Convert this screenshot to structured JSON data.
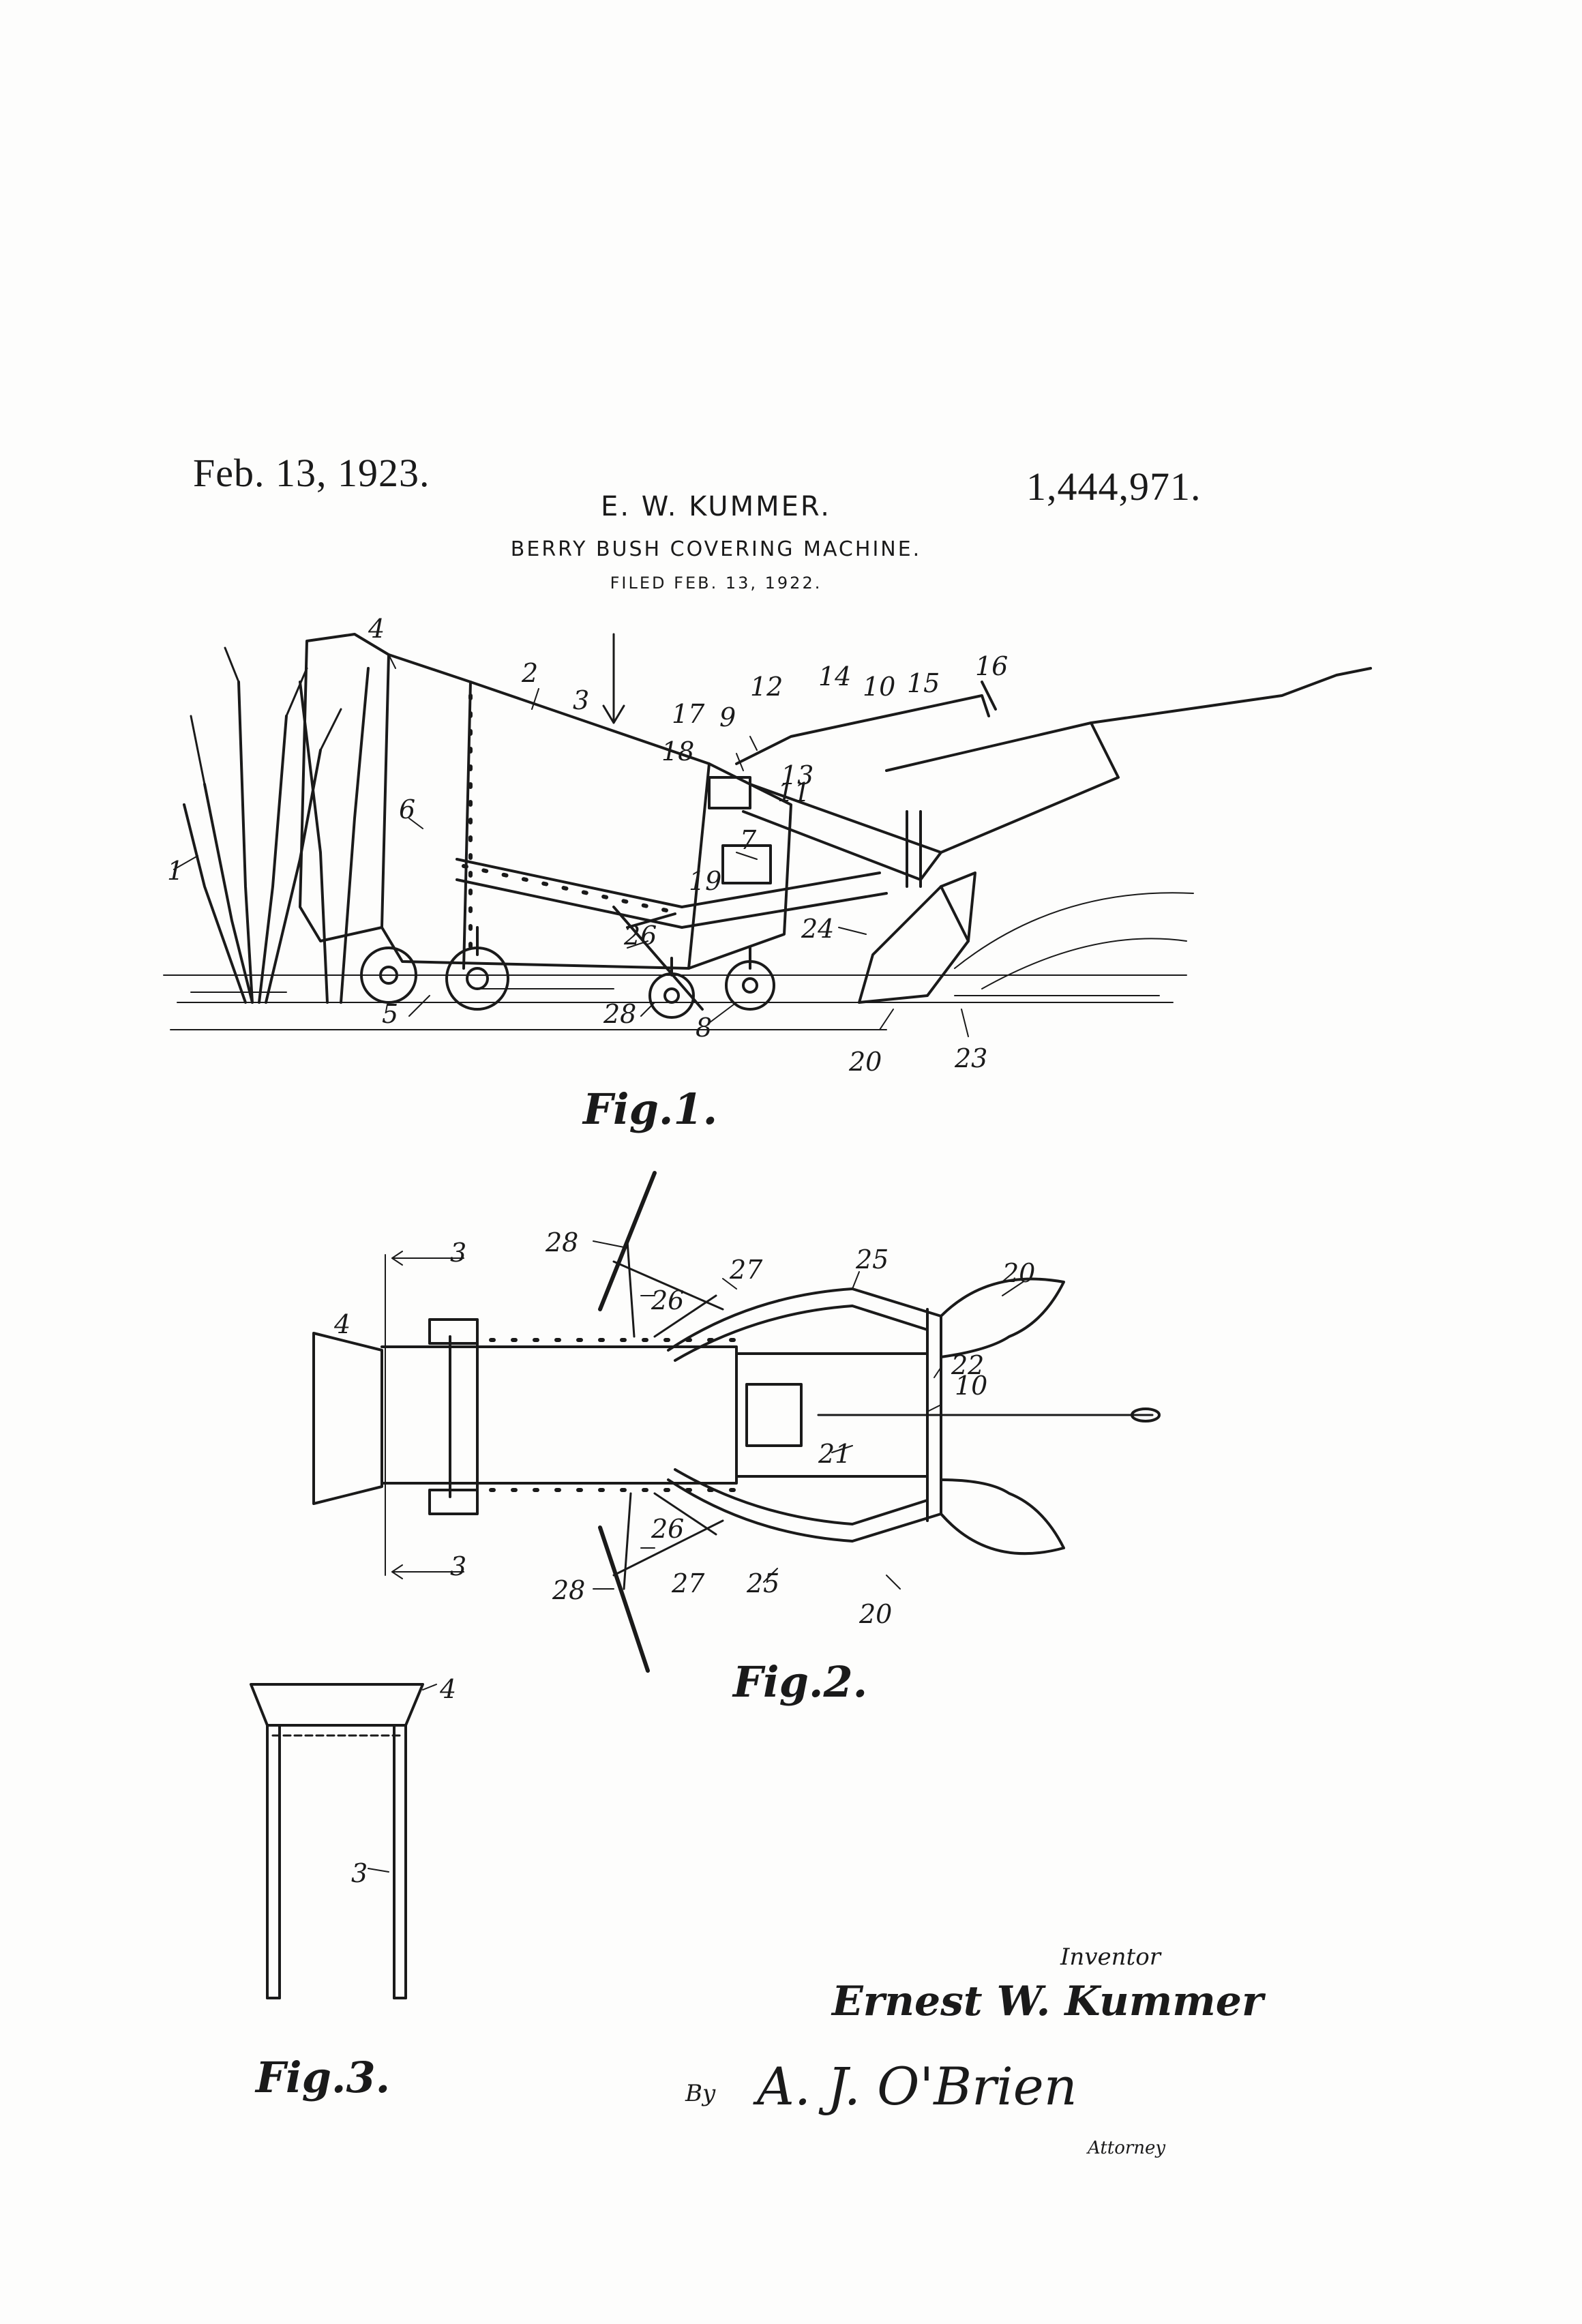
{
  "header": {
    "date": "Feb. 13, 1923.",
    "patent_number": "1,444,971.",
    "inventor_name": "E. W. KUMMER.",
    "invention_title": "BERRY BUSH COVERING MACHINE.",
    "filed": "FILED FEB. 13, 1922."
  },
  "figures": {
    "fig1": {
      "caption": "Fig.1.",
      "refs": [
        "1",
        "2",
        "3",
        "4",
        "5",
        "6",
        "7",
        "8",
        "9",
        "10",
        "11",
        "12",
        "13",
        "14",
        "15",
        "16",
        "17",
        "18",
        "19",
        "20",
        "23",
        "24",
        "26",
        "28"
      ]
    },
    "fig2": {
      "caption": "Fig.2.",
      "refs": [
        "3",
        "3",
        "4",
        "10",
        "20",
        "20",
        "21",
        "22",
        "25",
        "25",
        "26",
        "26",
        "27",
        "27",
        "28",
        "28"
      ]
    },
    "fig3": {
      "caption": "Fig.3.",
      "refs": [
        "3",
        "4"
      ]
    }
  },
  "signature": {
    "inventor_label": "Inventor",
    "inventor_signature": "Ernest W. Kummer",
    "by_label": "By",
    "attorney_signature": "A. J. O'Brien",
    "attorney_label": "Attorney"
  }
}
